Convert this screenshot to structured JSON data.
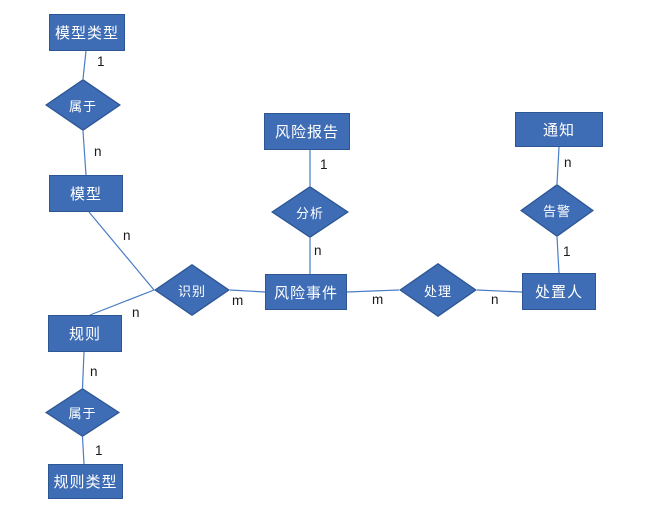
{
  "diagram": {
    "entities": {
      "model_type": {
        "label": "模型类型"
      },
      "model": {
        "label": "模型"
      },
      "rule": {
        "label": "规则"
      },
      "rule_type": {
        "label": "规则类型"
      },
      "risk_report": {
        "label": "风险报告"
      },
      "risk_event": {
        "label": "风险事件"
      },
      "notification": {
        "label": "通知"
      },
      "handler": {
        "label": "处置人"
      }
    },
    "relations": {
      "belongs_model": {
        "label": "属于"
      },
      "identify": {
        "label": "识别"
      },
      "analyze": {
        "label": "分析"
      },
      "handle": {
        "label": "处理"
      },
      "alert": {
        "label": "告警"
      },
      "belongs_rule": {
        "label": "属于"
      }
    },
    "cardinalities": {
      "model_type_to_belongs": "1",
      "belongs_to_model": "n",
      "model_to_identify": "n",
      "rule_to_identify": "n",
      "identify_to_risk_event": "m",
      "risk_report_to_analyze": "1",
      "analyze_to_risk_event": "n",
      "risk_event_to_handle": "m",
      "handle_to_handler": "n",
      "notification_to_alert": "n",
      "alert_to_handler": "1",
      "rule_to_belongs": "n",
      "belongs_to_rule_type": "1"
    },
    "colors": {
      "shape_fill": "#3E6DB5",
      "shape_border": "#2D5695",
      "connector": "#4A7CC7",
      "shape_text": "#FFFFFF",
      "cardinality_text": "#1A1A1A",
      "background": "#FFFFFF"
    }
  }
}
